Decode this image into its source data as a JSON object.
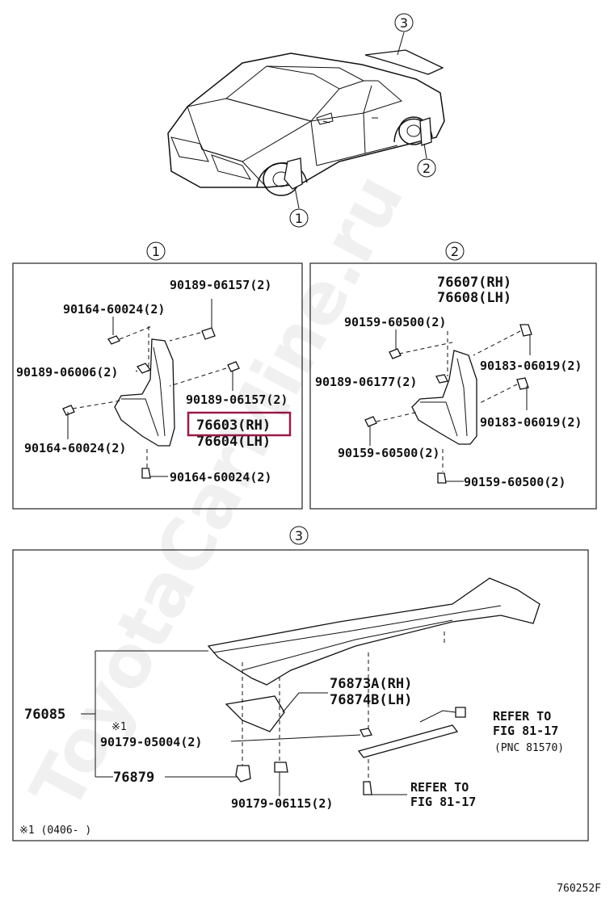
{
  "overview": {
    "callout_1": "1",
    "callout_2": "2",
    "callout_3": "3"
  },
  "section1": {
    "title": "1",
    "labels": [
      "90189-06157(2)",
      "90164-60024(2)",
      "90189-06006(2)",
      "90189-06157(2)",
      "76603(RH)",
      "76604(LH)",
      "90164-60024(2)",
      "90164-60024(2)"
    ]
  },
  "section2": {
    "title": "2",
    "labels": [
      "76607(RH)",
      "76608(LH)",
      "90159-60500(2)",
      "90183-06019(2)",
      "90189-06177(2)",
      "90183-06019(2)",
      "90159-60500(2)",
      "90159-60500(2)"
    ]
  },
  "section3": {
    "title": "3",
    "labels": {
      "spoiler": "76085",
      "bracket_rh": "76873A(RH)",
      "bracket_lh": "76874B(LH)",
      "note_mark": "※1",
      "nut": "90179-05004(2)",
      "clip": "76879",
      "grommet": "90179-06115(2)",
      "refer1_a": "REFER TO",
      "refer1_b": "FIG 81-17",
      "refer1_c": "(PNC 81570)",
      "refer2_a": "REFER TO",
      "refer2_b": "FIG 81-17"
    },
    "footnote": "※1 (0406-    )"
  },
  "figure_code": "760252F",
  "watermark": "ToyotaCarMine.ru",
  "highlight_color": "#9b1b4a"
}
